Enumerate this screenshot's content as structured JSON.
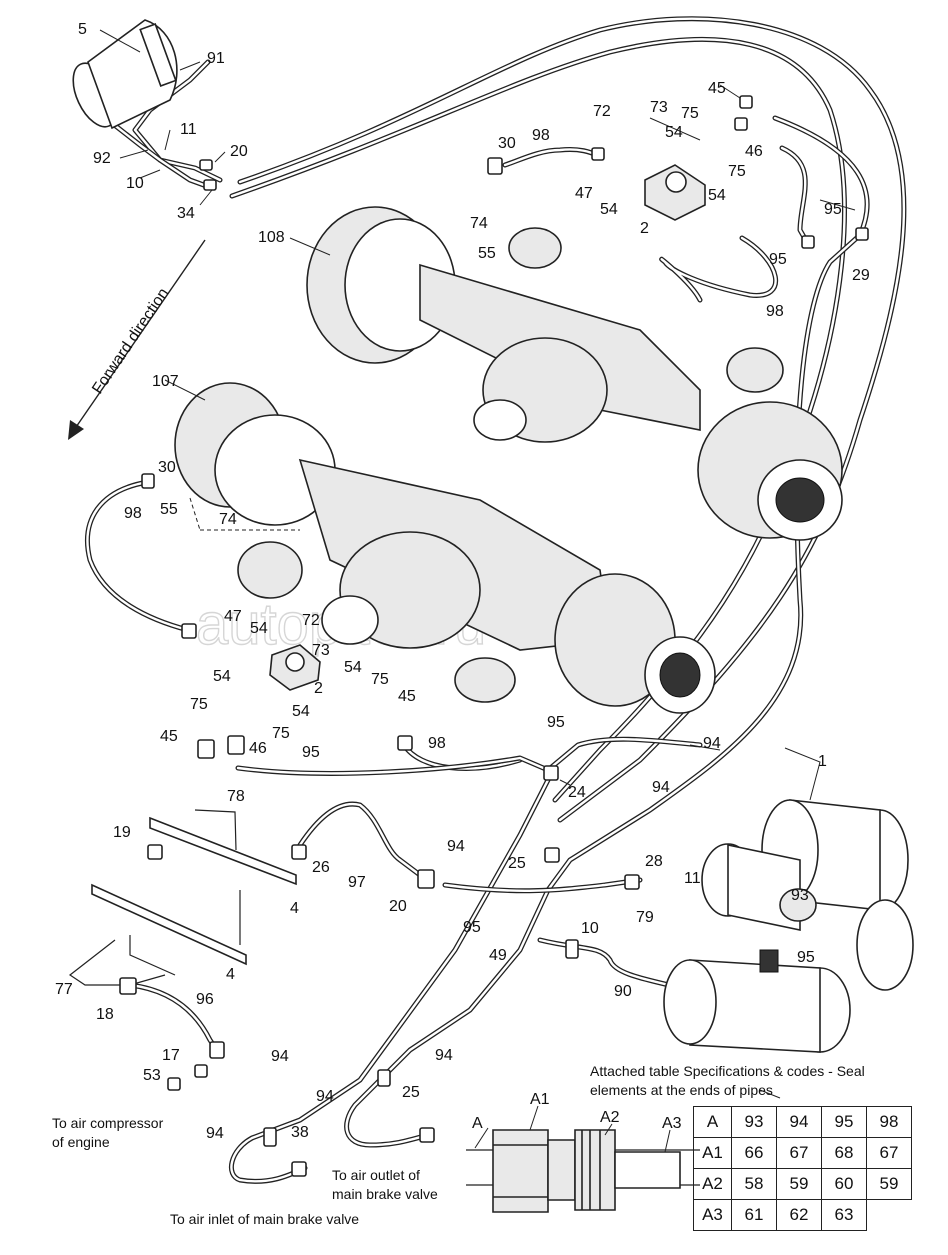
{
  "title": "",
  "watermark": "autopiter.ru",
  "direction_label": "Forward direction",
  "notes": {
    "compressor": [
      "To air compressor",
      "of engine"
    ],
    "inlet": "To air inlet of main brake valve",
    "outlet": [
      "To air outlet of",
      "main brake valve"
    ]
  },
  "section_labels": {
    "a": "A",
    "a1": "A1",
    "a2": "A2",
    "a3": "A3"
  },
  "table": {
    "caption": "Attached table Specifications & codes - Seal elements at the ends of pipes",
    "rows": [
      {
        "head": "A",
        "cells": [
          "93",
          "94",
          "95",
          "98"
        ]
      },
      {
        "head": "A1",
        "cells": [
          "66",
          "67",
          "68",
          "67"
        ]
      },
      {
        "head": "A2",
        "cells": [
          "58",
          "59",
          "60",
          "59"
        ]
      },
      {
        "head": "A3",
        "cells": [
          "61",
          "62",
          "63",
          ""
        ]
      }
    ]
  },
  "callouts": {
    "c5": "5",
    "c91": "91",
    "c11a": "11",
    "c92": "92",
    "c20a": "20",
    "c10a": "10",
    "c34": "34",
    "c30a": "30",
    "c98a": "98",
    "c72a": "72",
    "c73a": "73",
    "c45a": "45",
    "c75a": "75",
    "c54a": "54",
    "c46a": "46",
    "c75b": "75",
    "c47a": "47",
    "c54b": "54",
    "c54c": "54",
    "c74a": "74",
    "c2a": "2",
    "c95a": "95",
    "c55a": "55",
    "c108": "108",
    "c95b": "95",
    "c29": "29",
    "c98b": "98",
    "c107": "107",
    "c30b": "30",
    "c98c": "98",
    "c55b": "55",
    "c74b": "74",
    "c47b": "47",
    "c54d": "54",
    "c72b": "72",
    "c73b": "73",
    "c2b": "2",
    "c54e": "54",
    "c75c": "75",
    "c45b": "45",
    "c54f": "54",
    "c75d": "75",
    "c54g": "54",
    "c75e": "75",
    "c45c": "45",
    "c46b": "46",
    "c95c": "95",
    "c98d": "98",
    "c95d": "95",
    "c94a": "94",
    "c1": "1",
    "c24": "24",
    "c94b": "94",
    "c78": "78",
    "c19": "19",
    "c26": "26",
    "c94c": "94",
    "c25a": "25",
    "c28": "28",
    "c97": "97",
    "c4a": "4",
    "c20b": "20",
    "c11b": "11",
    "c93": "93",
    "c79": "79",
    "c95e": "95",
    "c95f": "95",
    "c10b": "10",
    "c49": "49",
    "c4b": "4",
    "c77": "77",
    "c18": "18",
    "c96": "96",
    "c90": "90",
    "c17": "17",
    "c53": "53",
    "c94d": "94",
    "c94e": "94",
    "c94f": "94",
    "c25b": "25",
    "c94g": "94",
    "c38": "38"
  }
}
